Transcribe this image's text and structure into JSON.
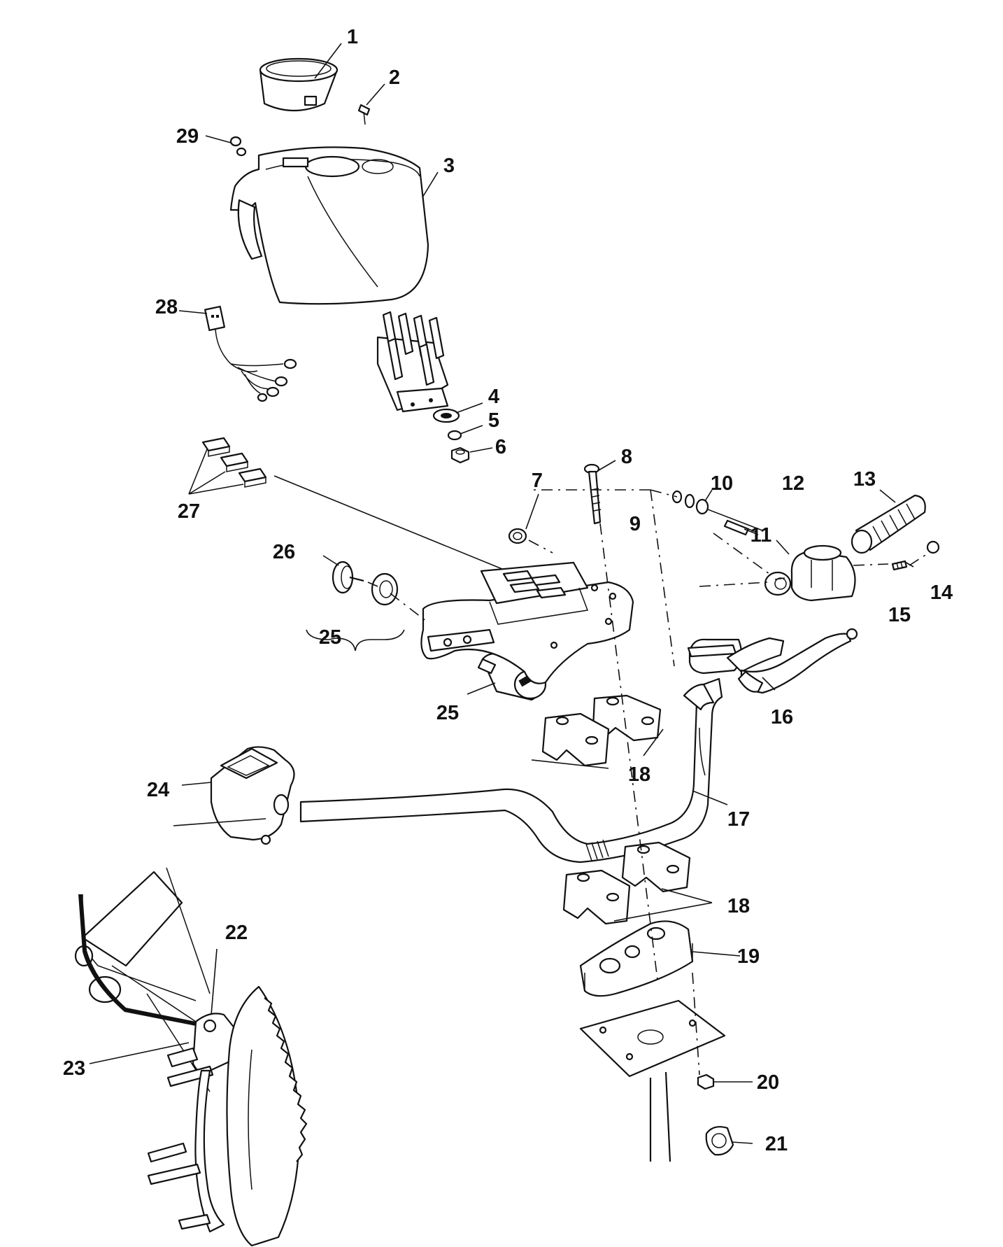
{
  "diagram": {
    "callouts": [
      {
        "id": "c1",
        "label": "1"
      },
      {
        "id": "c2",
        "label": "2"
      },
      {
        "id": "c3",
        "label": "3"
      },
      {
        "id": "c4",
        "label": "4"
      },
      {
        "id": "c5",
        "label": "5"
      },
      {
        "id": "c6",
        "label": "6"
      },
      {
        "id": "c7",
        "label": "7"
      },
      {
        "id": "c8",
        "label": "8"
      },
      {
        "id": "c9",
        "label": "9"
      },
      {
        "id": "c10",
        "label": "10"
      },
      {
        "id": "c11",
        "label": "11"
      },
      {
        "id": "c12",
        "label": "12"
      },
      {
        "id": "c13",
        "label": "13"
      },
      {
        "id": "c14",
        "label": "14"
      },
      {
        "id": "c15",
        "label": "15"
      },
      {
        "id": "c16",
        "label": "16"
      },
      {
        "id": "c17",
        "label": "17"
      },
      {
        "id": "c18a",
        "label": "18"
      },
      {
        "id": "c18b",
        "label": "18"
      },
      {
        "id": "c19",
        "label": "19"
      },
      {
        "id": "c20",
        "label": "20"
      },
      {
        "id": "c21",
        "label": "21"
      },
      {
        "id": "c22",
        "label": "22"
      },
      {
        "id": "c23",
        "label": "23"
      },
      {
        "id": "c24",
        "label": "24"
      },
      {
        "id": "c25a",
        "label": "25"
      },
      {
        "id": "c25b",
        "label": "25"
      },
      {
        "id": "c26",
        "label": "26"
      },
      {
        "id": "c27",
        "label": "27"
      },
      {
        "id": "c28",
        "label": "28"
      },
      {
        "id": "c29",
        "label": "29"
      }
    ]
  }
}
